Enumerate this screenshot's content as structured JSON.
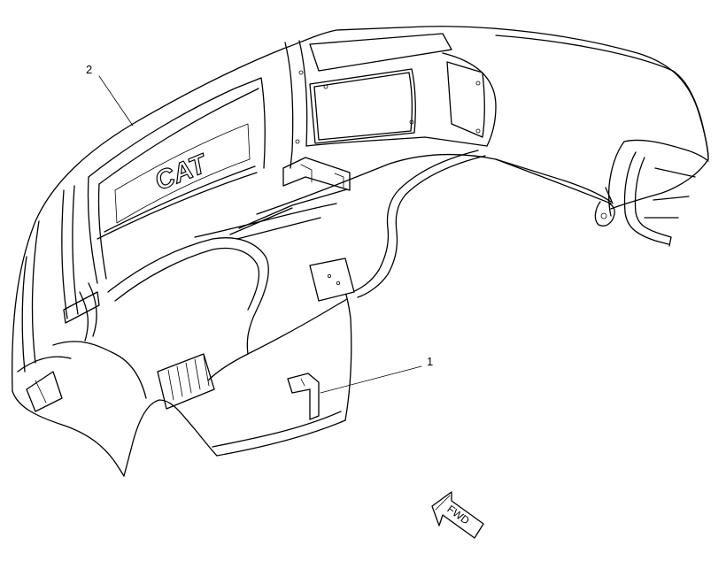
{
  "callouts": [
    {
      "id": "1",
      "label": "1"
    },
    {
      "id": "2",
      "label": "2"
    }
  ],
  "logo": "CAT",
  "direction_label": "FWD"
}
